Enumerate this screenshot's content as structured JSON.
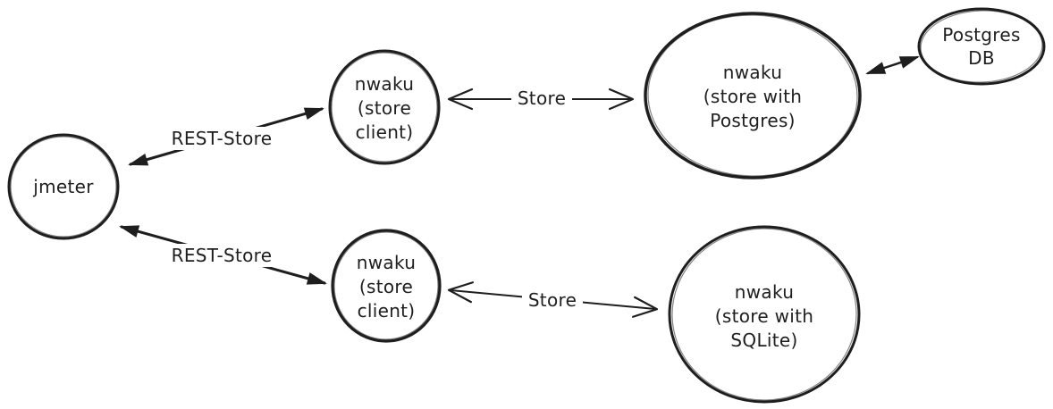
{
  "diagram": {
    "colors": {
      "stroke": "#1e1e1e",
      "background": "#ffffff"
    },
    "nodes": {
      "jmeter": {
        "lines": [
          "jmeter"
        ]
      },
      "store_client_top": {
        "lines": [
          "nwaku",
          "(store",
          "client)"
        ]
      },
      "store_postgres": {
        "lines": [
          "nwaku",
          "(store with",
          "Postgres)"
        ]
      },
      "postgres_db": {
        "lines": [
          "Postgres",
          "DB"
        ]
      },
      "store_client_bottom": {
        "lines": [
          "nwaku",
          "(store",
          "client)"
        ]
      },
      "store_sqlite": {
        "lines": [
          "nwaku",
          "(store with",
          "SQLite)"
        ]
      }
    },
    "edges": {
      "rest_store_top": {
        "label": "REST-Store"
      },
      "store_top": {
        "label": "Store"
      },
      "postgres_link": {
        "label": ""
      },
      "rest_store_bottom": {
        "label": "REST-Store"
      },
      "store_bottom": {
        "label": "Store"
      }
    }
  }
}
